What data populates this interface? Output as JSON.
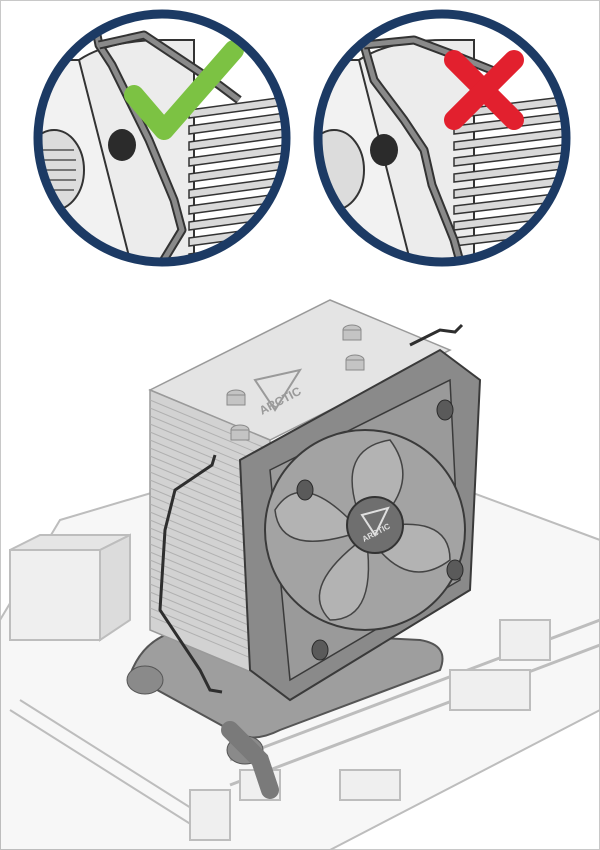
{
  "panels": {
    "correct": {
      "mark": "check-mark",
      "mark_color": "#7cc243"
    },
    "incorrect": {
      "mark": "cross-mark",
      "mark_color": "#e2202e"
    }
  },
  "colors": {
    "ring": "#1c3a64",
    "fin_metal": "#c9c9c9",
    "fan_frame": "#7b7b7b",
    "clip_wire": "#3a3a3a"
  },
  "brand": {
    "heatsink_logo": "ARCTIC",
    "fan_hub_logo": "ARCTIC"
  }
}
